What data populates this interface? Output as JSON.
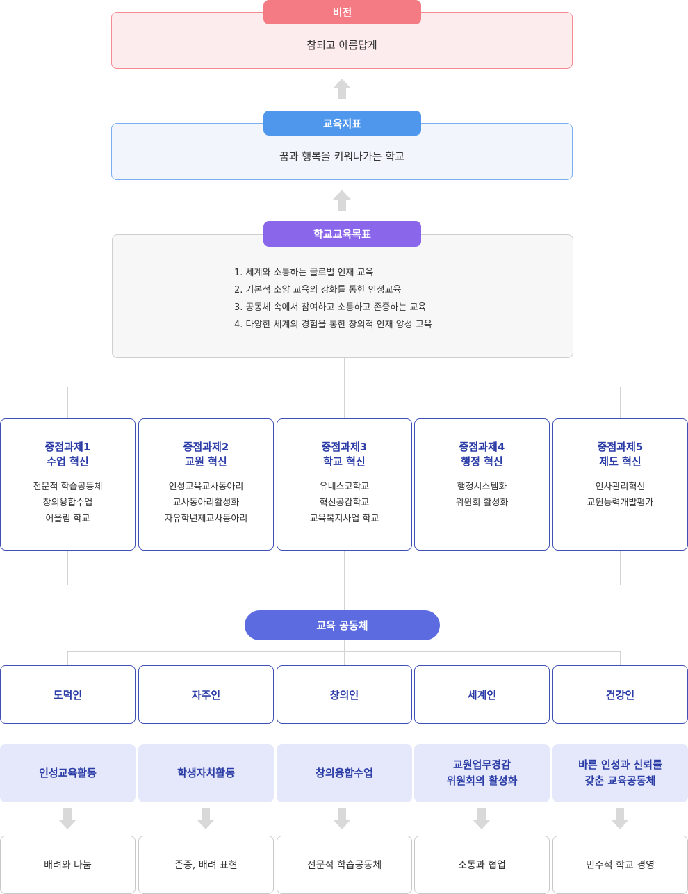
{
  "vision": {
    "label": "비전",
    "text": "참되고 아름답게"
  },
  "edu_goal": {
    "label": "교육지표",
    "text": "꿈과 행복을 키워나가는 학교"
  },
  "school_goal": {
    "label": "학교교육목표",
    "items": [
      "1. 세계와 소통하는 글로벌 인재 교육",
      "2. 기본적 소양 교육의 강화를 통한 인성교육",
      "3. 공동체 속에서 참여하고 소통하고 존중하는 교육",
      "4. 다양한 세계의 경험을 통한 창의적 인재 양성 교육"
    ]
  },
  "tasks": [
    {
      "title1": "중점과제1",
      "title2": "수업 혁신",
      "items": [
        "전문적 학습공동체",
        "창의융합수업",
        "어울림 학교"
      ]
    },
    {
      "title1": "중점과제2",
      "title2": "교원 혁신",
      "items": [
        "인성교육교사동아리",
        "교사동아리활성화",
        "자유학년제교사동아리"
      ]
    },
    {
      "title1": "중점과제3",
      "title2": "학교 혁신",
      "items": [
        "유네스코학교",
        "혁신공감학교",
        "교육복지사업 학교"
      ]
    },
    {
      "title1": "중점과제4",
      "title2": "행정 혁신",
      "items": [
        "행정시스템화",
        "위원회 활성화"
      ]
    },
    {
      "title1": "중점과제5",
      "title2": "제도 혁신",
      "items": [
        "인사관리혁신",
        "교원능력개발평가"
      ]
    }
  ],
  "community": {
    "label": "교육 공동체"
  },
  "persons": [
    "도덕인",
    "자주인",
    "창의인",
    "세계인",
    "건강인"
  ],
  "activities": [
    {
      "line1": "인성교육활동",
      "line2": ""
    },
    {
      "line1": "학생자치활동",
      "line2": ""
    },
    {
      "line1": "창의융합수업",
      "line2": ""
    },
    {
      "line1": "교원업무경감",
      "line2": "위원회의 활성화"
    },
    {
      "line1": "바른 인성과 신뢰를",
      "line2": "갖춘 교육공동체"
    }
  ],
  "results": [
    "배려와 나눔",
    "존중, 배려 표현",
    "전문적 학습공동체",
    "소통과 협업",
    "민주적 학교 경영"
  ],
  "colors": {
    "vision": "#f47b84",
    "vision_bg": "#fdeced",
    "edu_goal": "#4e97ec",
    "edu_goal_bg": "#f2f6fc",
    "school_goal": "#8a66ea",
    "school_goal_bg": "#f7f7f7",
    "community": "#5c6ce0",
    "activity_bg": "#e4e8fa",
    "task_text": "#2b3ca6",
    "connector": "#d3d3d3",
    "arrow": "#d9d9d9"
  },
  "icons": {
    "arrow_up": "arrow-up-icon",
    "arrow_down": "arrow-down-icon"
  }
}
